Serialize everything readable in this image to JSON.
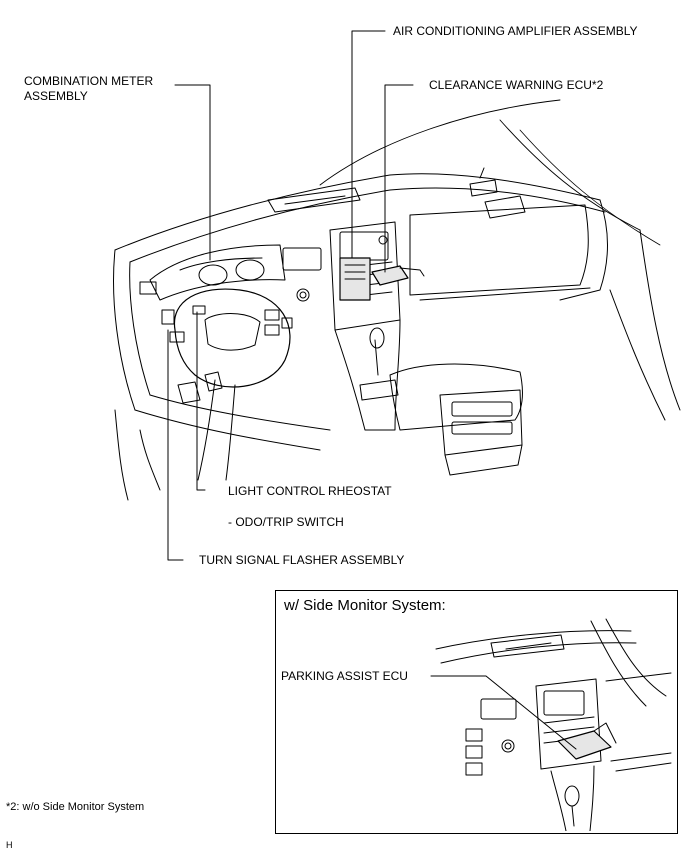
{
  "callouts": {
    "ac_amplifier": "AIR CONDITIONING AMPLIFIER ASSEMBLY",
    "clearance_warning_ecu": "CLEARANCE WARNING ECU*2",
    "combination_meter_line1": "COMBINATION METER",
    "combination_meter_line2": "ASSEMBLY",
    "light_control_rheostat": "LIGHT CONTROL RHEOSTAT",
    "odo_trip_switch": "- ODO/TRIP SWITCH",
    "turn_signal_flasher": "TURN SIGNAL FLASHER ASSEMBLY"
  },
  "inset": {
    "title": "w/ Side Monitor System:",
    "callout": "PARKING ASSIST ECU"
  },
  "footnote": "*2: w/o Side Monitor System",
  "corner_mark": "H",
  "colors": {
    "ink": "#000000",
    "background": "#ffffff",
    "part_fill": "#e6e6e6"
  }
}
